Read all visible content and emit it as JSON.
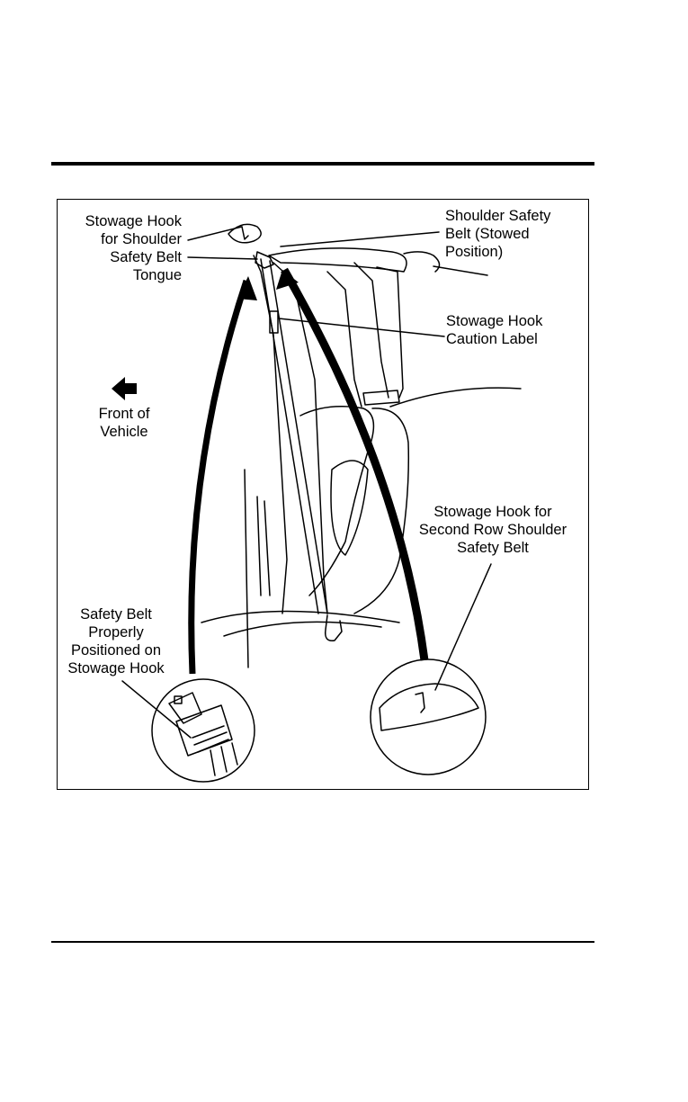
{
  "labels": {
    "stowage_hook_tongue": "Stowage Hook\nfor Shoulder\nSafety Belt\nTongue",
    "shoulder_belt_stowed": "Shoulder Safety\nBelt (Stowed\nPosition)",
    "caution_label": "Stowage Hook\nCaution Label",
    "front_of_vehicle": "Front of\nVehicle",
    "second_row_hook": "Stowage Hook for\nSecond Row Shoulder\nSafety Belt",
    "properly_positioned": "Safety Belt\nProperly\nPositioned on\nStowage Hook"
  },
  "icons": {
    "front_arrow": "left-arrow-icon"
  }
}
